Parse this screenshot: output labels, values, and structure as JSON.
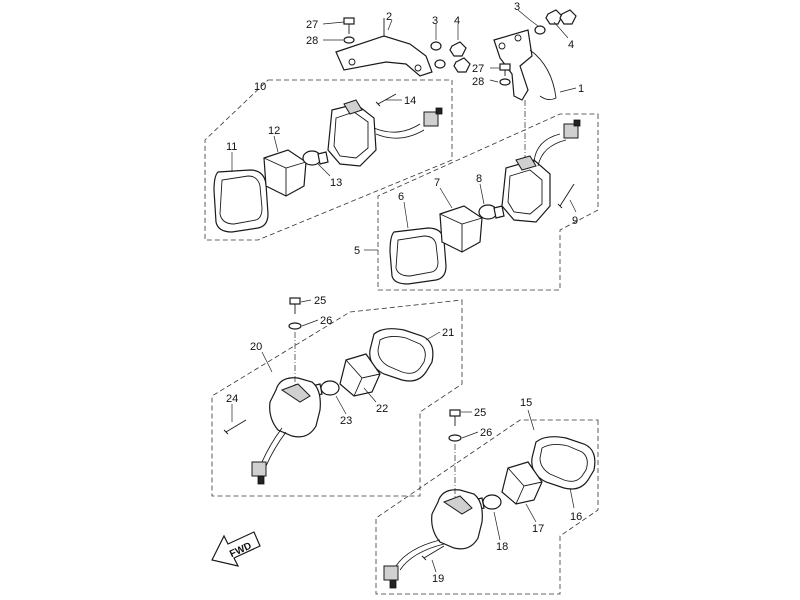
{
  "diagram": {
    "fwd_label": "FWD",
    "callouts": {
      "c1": "1",
      "c2": "2",
      "c3a": "3",
      "c3b": "3",
      "c4a": "4",
      "c4b": "4",
      "c5": "5",
      "c6": "6",
      "c7": "7",
      "c8": "8",
      "c9": "9",
      "c10": "10",
      "c11": "11",
      "c12": "12",
      "c13": "13",
      "c14": "14",
      "c15": "15",
      "c16": "16",
      "c17": "17",
      "c18": "18",
      "c19": "19",
      "c20": "20",
      "c21": "21",
      "c22": "22",
      "c23": "23",
      "c24": "24",
      "c25a": "25",
      "c25b": "25",
      "c26a": "26",
      "c26b": "26",
      "c27a": "27",
      "c27b": "27",
      "c28a": "28",
      "c28b": "28"
    }
  }
}
